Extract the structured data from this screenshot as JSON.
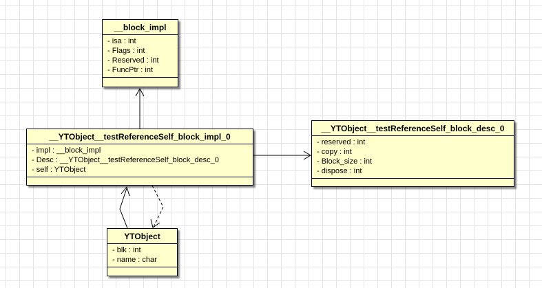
{
  "classes": {
    "block_impl": {
      "name": "__block_impl",
      "attributes": [
        "- isa : int",
        "- Flags : int",
        "- Reserved : int",
        "- FuncPtr : int"
      ]
    },
    "block_impl_0": {
      "name": "__YTObject__testReferenceSelf_block_impl_0",
      "attributes": [
        "- impl : __block_impl",
        "- Desc : __YTObject__testReferenceSelf_block_desc_0",
        "- self : YTObject"
      ]
    },
    "block_desc_0": {
      "name": "__YTObject__testReferenceSelf_block_desc_0",
      "attributes": [
        "- reserved : int",
        "- copy : int",
        "- Block_size : int",
        "- dispose : int"
      ]
    },
    "ytobject": {
      "name": "YTObject",
      "attributes": [
        "- blk : int",
        "- name : char"
      ]
    }
  },
  "relations": [
    {
      "from": "block_impl_0",
      "to": "block_impl",
      "kind": "association",
      "style": "solid"
    },
    {
      "from": "block_impl_0",
      "to": "block_desc_0",
      "kind": "association",
      "style": "solid"
    },
    {
      "from": "ytobject",
      "to": "block_impl_0",
      "kind": "association",
      "style": "solid"
    },
    {
      "from": "block_impl_0",
      "to": "ytobject",
      "kind": "dependency",
      "style": "dashed"
    }
  ],
  "colors": {
    "class_fill": "#ffffcc",
    "line": "#000000",
    "grid": "#e4e4e4"
  }
}
